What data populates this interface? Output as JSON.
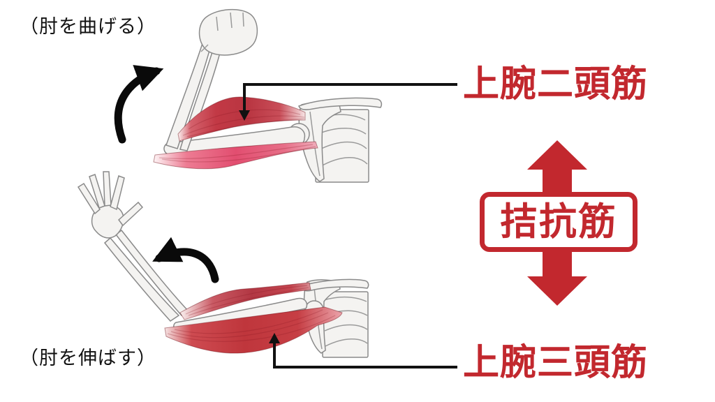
{
  "colors": {
    "accent_red": "#C2282E",
    "muscle_dark_red": "#BF363C",
    "muscle_pink": "#E24E70",
    "bone_fill": "#F4F3F1",
    "bone_stroke": "#8A8A8A",
    "text_black": "#111111"
  },
  "top_diagram": {
    "caption": "（肘を曲げる）",
    "label": "上腕二頭筋"
  },
  "bottom_diagram": {
    "caption": "（肘を伸ばす）",
    "label": "上腕三頭筋"
  },
  "antagonist": {
    "label": "拮抗筋"
  }
}
